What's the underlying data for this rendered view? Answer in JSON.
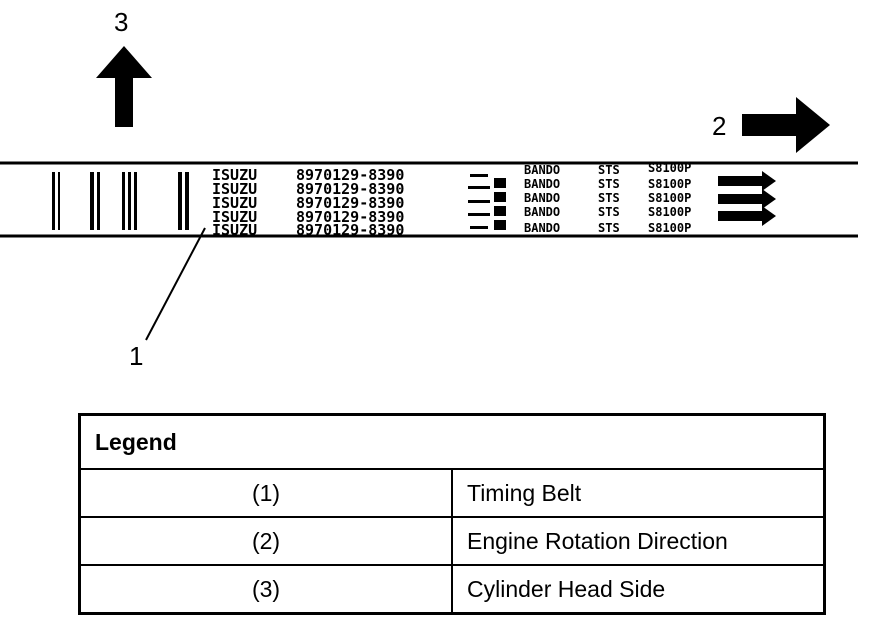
{
  "callouts": {
    "one": "1",
    "two": "2",
    "three": "3"
  },
  "belt_markings": {
    "col_model": [
      "ISUZU",
      "ISUZU",
      "ISUZU",
      "ISUZU",
      "ISUZU"
    ],
    "col_part": [
      "8970129-8390",
      "8970129-8390",
      "8970129-8390",
      "8970129-8390",
      "8970129-8390"
    ],
    "col_maker": [
      "BANDO",
      "BANDO",
      "BANDO",
      "BANDO",
      "BANDO"
    ],
    "col_code": [
      "STS",
      "STS",
      "STS",
      "STS",
      "STS"
    ],
    "col_size": [
      "S8100P",
      "S8100P",
      "S8100P",
      "S8100P",
      "S8100P"
    ]
  },
  "legend": {
    "title": "Legend",
    "rows": [
      {
        "num": "(1)",
        "desc": "Timing Belt"
      },
      {
        "num": "(2)",
        "desc": "Engine Rotation Direction"
      },
      {
        "num": "(3)",
        "desc": "Cylinder Head Side"
      }
    ]
  }
}
